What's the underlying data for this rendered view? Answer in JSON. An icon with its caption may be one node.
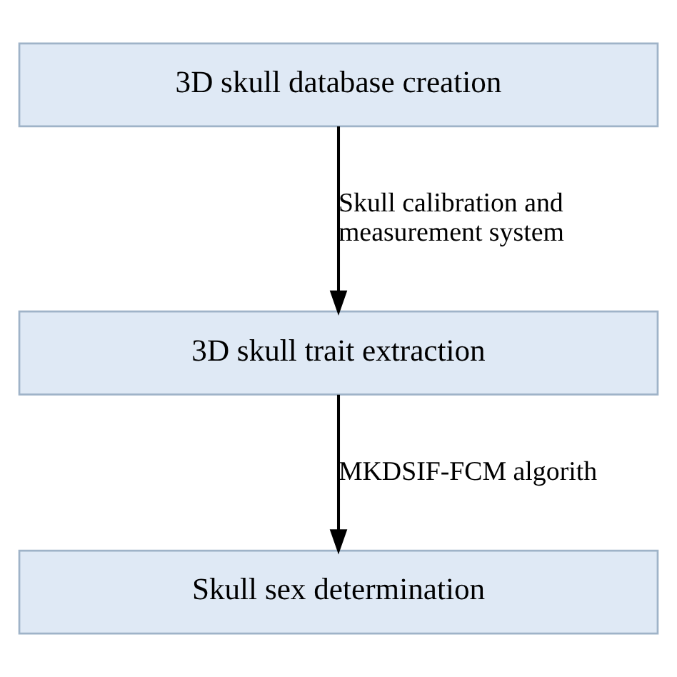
{
  "diagram": {
    "nodes": [
      {
        "text": [
          "3D skull database creation"
        ]
      },
      {
        "text": [
          "3D skull trait extraction"
        ]
      },
      {
        "text": [
          "Skull sex determination"
        ]
      }
    ],
    "edges": [
      {
        "from": 0,
        "to": 1,
        "arrow": "to",
        "label": "Skull calibration and measurement system"
      },
      {
        "from": 1,
        "to": 2,
        "arrow": "to",
        "label": "MKDSIF-FCM algorith"
      }
    ]
  }
}
